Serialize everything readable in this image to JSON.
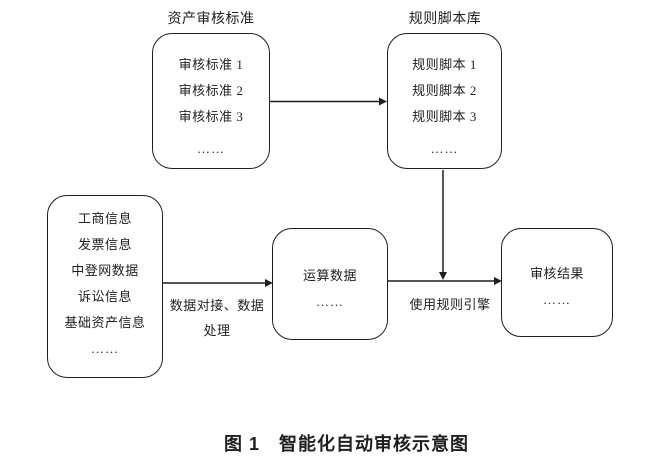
{
  "diagram": {
    "standards_box": {
      "title": "资产审核标准",
      "items": [
        "审核标准 1",
        "审核标准 2",
        "审核标准 3",
        "……"
      ]
    },
    "scripts_box": {
      "title": "规则脚本库",
      "items": [
        "规则脚本 1",
        "规则脚本 2",
        "规则脚本 3",
        "……"
      ]
    },
    "sources_box": {
      "items": [
        "工商信息",
        "发票信息",
        "中登网数据",
        "诉讼信息",
        "基础资产信息",
        "……"
      ]
    },
    "computed_box": {
      "items": [
        "运算数据",
        "……"
      ]
    },
    "result_box": {
      "items": [
        "审核结果",
        "……"
      ]
    },
    "arrow_labels": {
      "data_processing_line1": "数据对接、数据",
      "data_processing_line2": "处理",
      "rule_engine": "使用规则引擎"
    },
    "caption": "图 1　智能化自动审核示意图",
    "line_color": "#1f1f1f"
  }
}
